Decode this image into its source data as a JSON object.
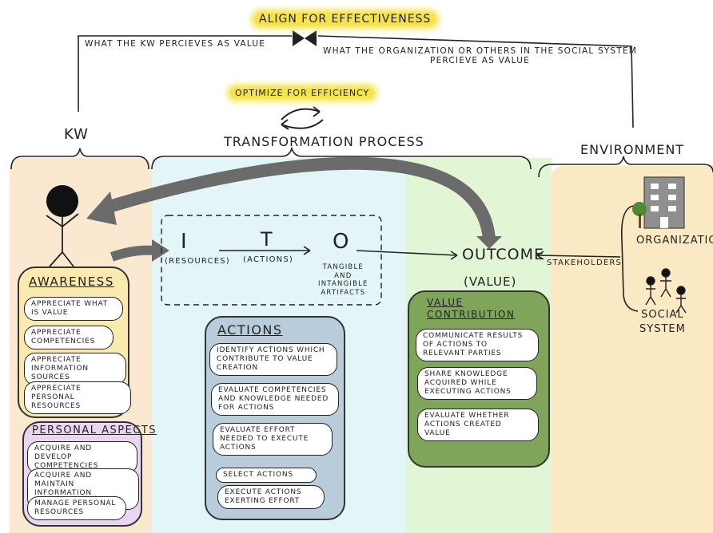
{
  "top": {
    "align_label": "ALIGN FOR EFFECTIVENESS",
    "kw_value_label": "WHAT THE KW PERCIEVES AS VALUE",
    "org_value_label": "WHAT THE ORGANIZATION OR OTHERS IN THE SOCIAL SYSTEM\nPERCIEVE AS VALUE",
    "optimize_label": "OPTIMIZE FOR EFFICIENCY"
  },
  "columns": {
    "kw": "KW",
    "transformation": "TRANSFORMATION PROCESS",
    "environment": "ENVIRONMENT"
  },
  "flow": {
    "i_letter": "I",
    "i_label": "(RESOURCES)",
    "t_letter": "T",
    "t_label": "(ACTIONS)",
    "o_letter": "O",
    "o_label": "TANGIBLE\nAND\nINTANGIBLE\nARTIFACTS",
    "outcome": "OUTCOME",
    "outcome_value": "(VALUE)",
    "stakeholders": "STAKEHOLDERS"
  },
  "environment": {
    "organization": "ORGANIZATION",
    "social_system": "SOCIAL\nSYSTEM"
  },
  "awareness": {
    "title": "AWARENESS",
    "items": [
      "APPRECIATE WHAT\nIS VALUE",
      "APPRECIATE\nCOMPETENCIES",
      "APPRECIATE\nINFORMATION SOURCES",
      "APPRECIATE\nPERSONAL RESOURCES"
    ]
  },
  "personal": {
    "title": "PERSONAL ASPECTS",
    "items": [
      "ACQUIRE AND DEVELOP\nCOMPETENCIES",
      "ACQUIRE AND MAINTAIN\nINFORMATION SOURCES",
      "MANAGE PERSONAL\nRESOURCES"
    ]
  },
  "actions": {
    "title": "ACTIONS",
    "items": [
      "IDENTIFY ACTIONS WHICH\nCONTRIBUTE TO VALUE\nCREATION",
      "EVALUATE COMPETENCIES\nAND KNOWLEDGE NEEDED\nFOR ACTIONS",
      "EVALUATE EFFORT\nNEEDED TO EXECUTE\nACTIONS",
      "SELECT ACTIONS",
      "EXECUTE ACTIONS\nEXERTING EFFORT"
    ]
  },
  "value_contribution": {
    "title": "VALUE\nCONTRIBUTION",
    "items": [
      "COMMUNICATE RESULTS\nOF ACTIONS TO\nRELEVANT PARTIES",
      "SHARE KNOWLEDGE\nACQUIRED WHILE\nEXECUTING ACTIONS",
      "EVALUATE WHETHER\nACTIONS CREATED\nVALUE"
    ]
  },
  "colors": {
    "kw_zone": "#fbe8d0",
    "transform_zone": "#e3f5f7",
    "outcome_zone": "#e2f6d6",
    "env_zone": "#fbe9c4",
    "awareness_panel": "#faeab0",
    "personal_panel": "#ead6f3",
    "actions_panel": "#b9ccda",
    "value_panel": "#7ea55a",
    "highlight": "#f4e34a"
  }
}
